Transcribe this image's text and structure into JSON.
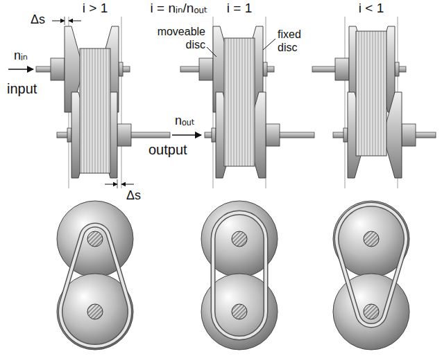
{
  "diagram": {
    "labels": [
      "i > 1",
      "i = nᵢₙ/nₒᵤₜ",
      "i = 1",
      "i < 1",
      "Δs",
      "moveable disc",
      "fixed disc",
      "nᵢₙ",
      "input",
      "nₒᵤₜ",
      "output",
      "Δs"
    ]
  }
}
